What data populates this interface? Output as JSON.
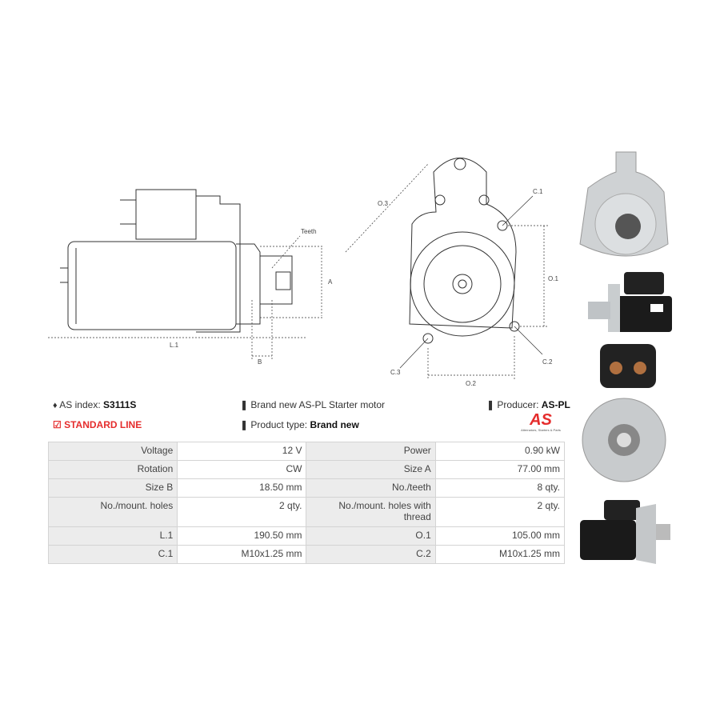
{
  "drawing_side": {
    "teeth": "Teeth",
    "a": "A",
    "b": "B",
    "l1": "L.1"
  },
  "drawing_front": {
    "o3": "O.3",
    "c1": "C.1",
    "o1": "O.1",
    "c2": "C.2",
    "o2": "O.2",
    "c3": "C.3"
  },
  "info": {
    "as_index_label": "AS index:",
    "as_index_value": "S3111S",
    "standard_line": "STANDARD LINE",
    "description": "Brand new AS-PL Starter motor",
    "product_type_label": "Product type:",
    "product_type_value": "Brand new",
    "producer_label": "Producer:",
    "producer_value": "AS-PL",
    "logo_text": "AS",
    "logo_tagline": "Alternators, Starters & Parts"
  },
  "colors": {
    "accent": "#e52d2d",
    "header_cell": "#ececec"
  },
  "specs": [
    [
      "Voltage",
      "12 V",
      "Power",
      "0.90 kW"
    ],
    [
      "Rotation",
      "CW",
      "Size A",
      "77.00 mm"
    ],
    [
      "Size B",
      "18.50 mm",
      "No./teeth",
      "8 qty."
    ],
    [
      "No./mount. holes",
      "2 qty.",
      "No./mount. holes with thread",
      "2 qty."
    ],
    [
      "L.1",
      "190.50 mm",
      "O.1",
      "105.00 mm"
    ],
    [
      "C.1",
      "M10x1.25 mm",
      "C.2",
      "M10x1.25 mm"
    ]
  ]
}
